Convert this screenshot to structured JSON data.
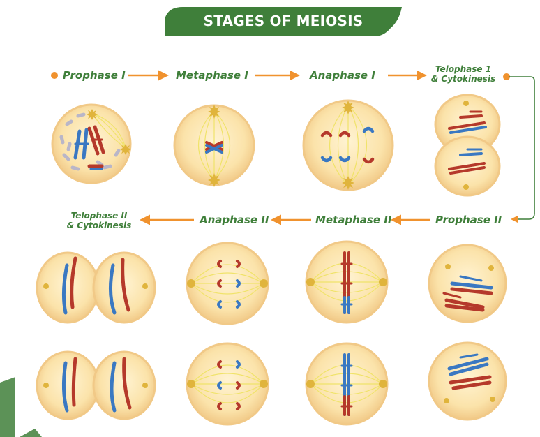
{
  "title": "STAGES OF MEIOSIS",
  "colors": {
    "banner": "#3f7f3a",
    "label": "#3f7f3a",
    "arrow": "#f0922e",
    "cell_fill": "#fce7b3",
    "cell_outer": "#f1c987",
    "spindle": "#f0e36a",
    "centrosome": "#e0b43c",
    "chrom_red": "#b5392b",
    "chrom_blue": "#3a78c2",
    "nucleolus": "#b9b6c8"
  },
  "row1": {
    "labels": [
      "Prophase I",
      "Metaphase I",
      "Anaphase I"
    ],
    "telophase1": [
      "Telophase 1",
      "& Cytokinesis"
    ]
  },
  "row2": {
    "telophase2": [
      "Telophase II",
      "& Cytokinesis"
    ],
    "labels": [
      "Anaphase II",
      "Metaphase II",
      "Prophase II"
    ]
  }
}
